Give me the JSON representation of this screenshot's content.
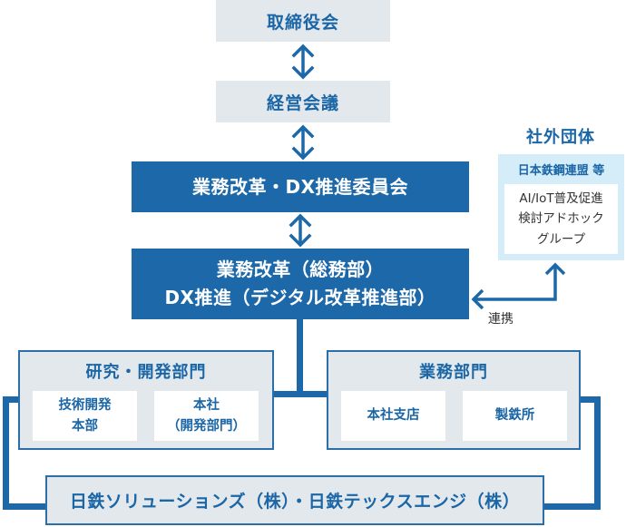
{
  "diagram": {
    "nodes": {
      "board": "取締役会",
      "management_meeting": "経営会議",
      "committee": "業務改革・DX推進委員会",
      "promotion_line1": "業務改革（総務部）",
      "promotion_line2": "DX推進（デジタル改革推進部）",
      "rd_division": {
        "title": "研究・開発部門",
        "units": [
          {
            "line1": "技術開発",
            "line2": "本部"
          },
          {
            "line1": "本社",
            "line2": "（開発部門）"
          }
        ]
      },
      "business_division": {
        "title": "業務部門",
        "units": [
          {
            "line1": "本社支店"
          },
          {
            "line1": "製鉄所"
          }
        ]
      },
      "group_companies": "日鉄ソリューションズ（株）・日鉄テックスエンジ（株）"
    },
    "external": {
      "title": "社外団体",
      "org": "日本鉄鋼連盟 等",
      "group_line1": "AI/IoT普及促進",
      "group_line2": "検討アドホック",
      "group_line3": "グループ"
    },
    "edges": {
      "collaboration_label": "連携"
    },
    "colors": {
      "primary_blue": "#1d68a8",
      "gray_fill": "#e3e8ec",
      "light_blue_fill": "#d4edf9"
    }
  }
}
